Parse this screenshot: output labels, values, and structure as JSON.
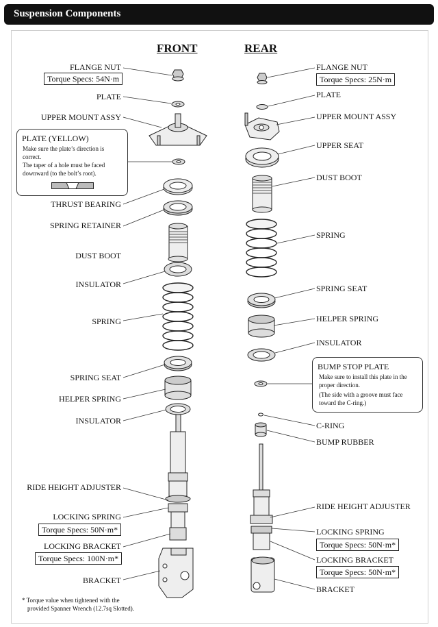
{
  "header": {
    "title": "Suspension Components"
  },
  "columns": {
    "front": "FRONT",
    "rear": "REAR"
  },
  "front": {
    "flange_nut": "FLANGE NUT",
    "flange_nut_torque": "Torque Specs: 54N·m",
    "plate": "PLATE",
    "upper_mount": "UPPER MOUNT ASSY",
    "plate_yellow_title": "PLATE (YELLOW)",
    "plate_yellow_text": [
      "Make sure the plate’s direction is",
      "correct.",
      "The taper of a hole must be faced",
      "downward (to the bolt’s root)."
    ],
    "thrust_bearing": "THRUST BEARING",
    "spring_retainer": "SPRING RETAINER",
    "dust_boot": "DUST BOOT",
    "insulator_upper": "INSULATOR",
    "spring": "SPRING",
    "spring_seat": "SPRING SEAT",
    "helper_spring": "HELPER SPRING",
    "insulator_lower": "INSULATOR",
    "ride_height_adjuster": "RIDE HEIGHT ADJUSTER",
    "locking_spring": "LOCKING SPRING",
    "locking_spring_torque": "Torque Specs: 50N·m*",
    "locking_bracket": "LOCKING BRACKET",
    "locking_bracket_torque": "Torque Specs: 100N·m*",
    "bracket": "BRACKET"
  },
  "rear": {
    "flange_nut": "FLANGE NUT",
    "flange_nut_torque": "Torque Specs: 25N·m",
    "plate": "PLATE",
    "upper_mount": "UPPER MOUNT ASSY",
    "upper_seat": "UPPER SEAT",
    "dust_boot": "DUST BOOT",
    "spring": "SPRING",
    "spring_seat": "SPRING SEAT",
    "helper_spring": "HELPER SPRING",
    "insulator": "INSULATOR",
    "bump_stop_title": "BUMP STOP PLATE",
    "bump_stop_text": [
      "Make sure to install this plate in the",
      "proper direction.",
      "(The side with a groove must face",
      "toward the C-ring.)"
    ],
    "c_ring": "C-RING",
    "bump_rubber": "BUMP RUBBER",
    "ride_height_adjuster": "RIDE HEIGHT ADJUSTER",
    "locking_spring": "LOCKING SPRING",
    "locking_spring_torque": "Torque Specs: 50N·m*",
    "locking_bracket": "LOCKING BRACKET",
    "locking_bracket_torque": "Torque Specs: 50N·m*",
    "bracket": "BRACKET"
  },
  "footnote": [
    "* Torque value when tightened with the",
    "provided Spanner Wrench (12.7sq Slotted)."
  ]
}
